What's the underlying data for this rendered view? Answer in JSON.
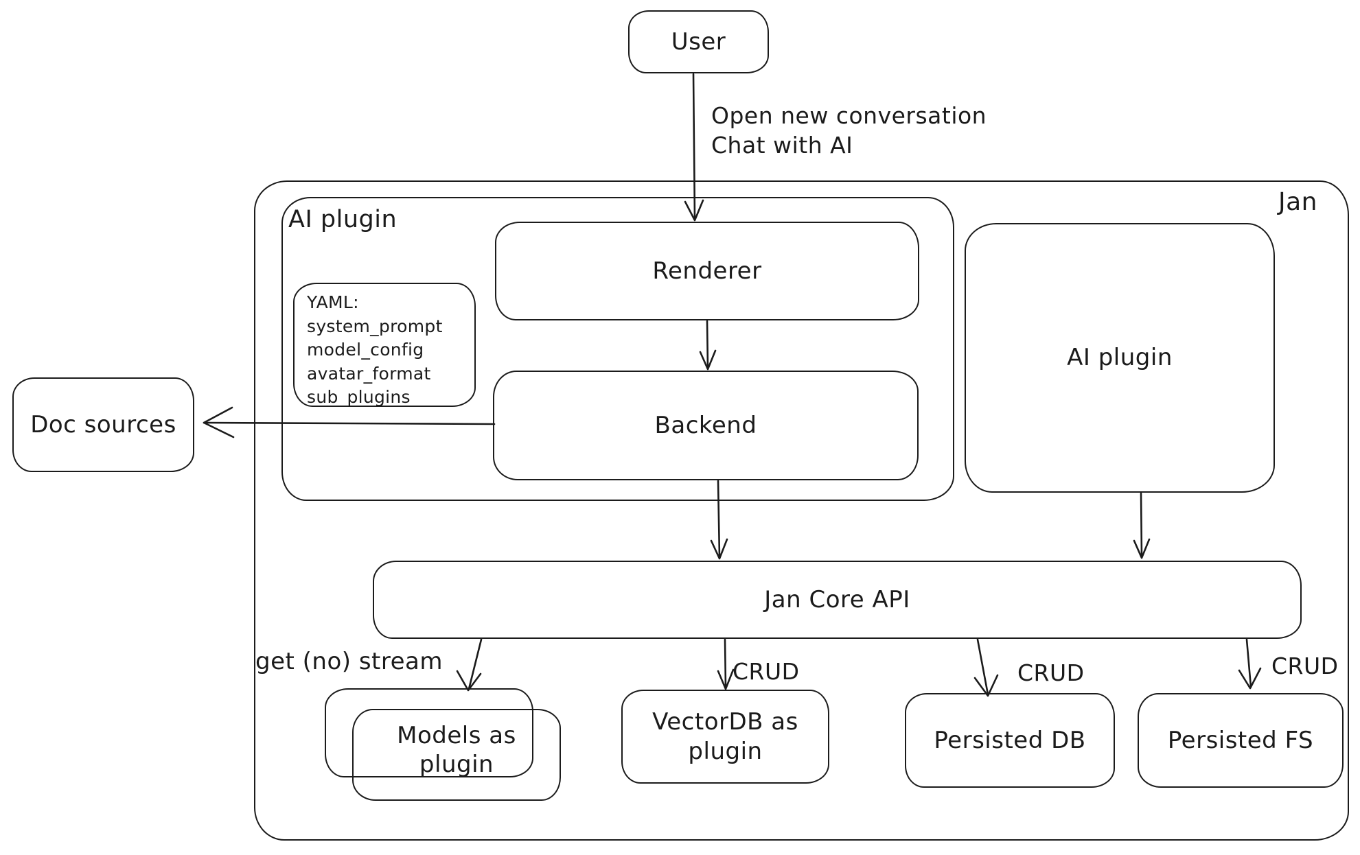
{
  "canvas": {
    "background": "#ffffff",
    "stroke_color": "#1b1b1b"
  },
  "nodes": {
    "user": {
      "label": "User"
    },
    "jan_container": {
      "label": "Jan"
    },
    "ai_plugin_container": {
      "label": "AI plugin"
    },
    "yaml_note": {
      "lines": [
        "YAML:",
        "system_prompt",
        "model_config",
        "avatar_format",
        "sub_plugins"
      ]
    },
    "renderer": {
      "label": "Renderer"
    },
    "backend": {
      "label": "Backend"
    },
    "doc_sources": {
      "label": "Doc sources"
    },
    "ai_plugin": {
      "label": "AI plugin"
    },
    "jan_core_api": {
      "label": "Jan Core API"
    },
    "models_as_plugin": {
      "label": "Models as plugin"
    },
    "vectordb_as_plugin": {
      "label": "VectorDB as plugin"
    },
    "persisted_db": {
      "label": "Persisted DB"
    },
    "persisted_fs": {
      "label": "Persisted FS"
    }
  },
  "edges": {
    "user_to_renderer": {
      "label": "Open new conversation\nChat with AI"
    },
    "core_to_models": {
      "label": "get (no) stream"
    },
    "core_to_vectordb": {
      "label": "CRUD"
    },
    "core_to_persisted_db": {
      "label": "CRUD"
    },
    "core_to_persisted_fs": {
      "label": "CRUD"
    }
  }
}
